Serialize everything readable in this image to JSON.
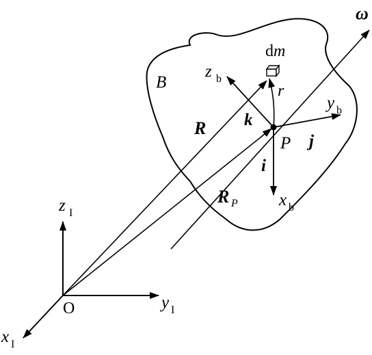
{
  "diagram": {
    "labels": {
      "omega": "ω",
      "dm": "d",
      "dm_var": "m",
      "body": "B",
      "zb_main": "z",
      "zb_sub": "b",
      "yb_main": "y",
      "yb_sub": "b",
      "xb_main": "x",
      "xb_sub": "b",
      "r": "r",
      "k": "k",
      "j": "j",
      "i": "i",
      "P": "P",
      "R": "R",
      "RP_main": "R",
      "RP_sub": "P",
      "zI_main": "z",
      "zI_sub": "I",
      "yI_main": "y",
      "yI_sub": "I",
      "xI_main": "x",
      "xI_sub": "I",
      "origin": "O"
    }
  }
}
